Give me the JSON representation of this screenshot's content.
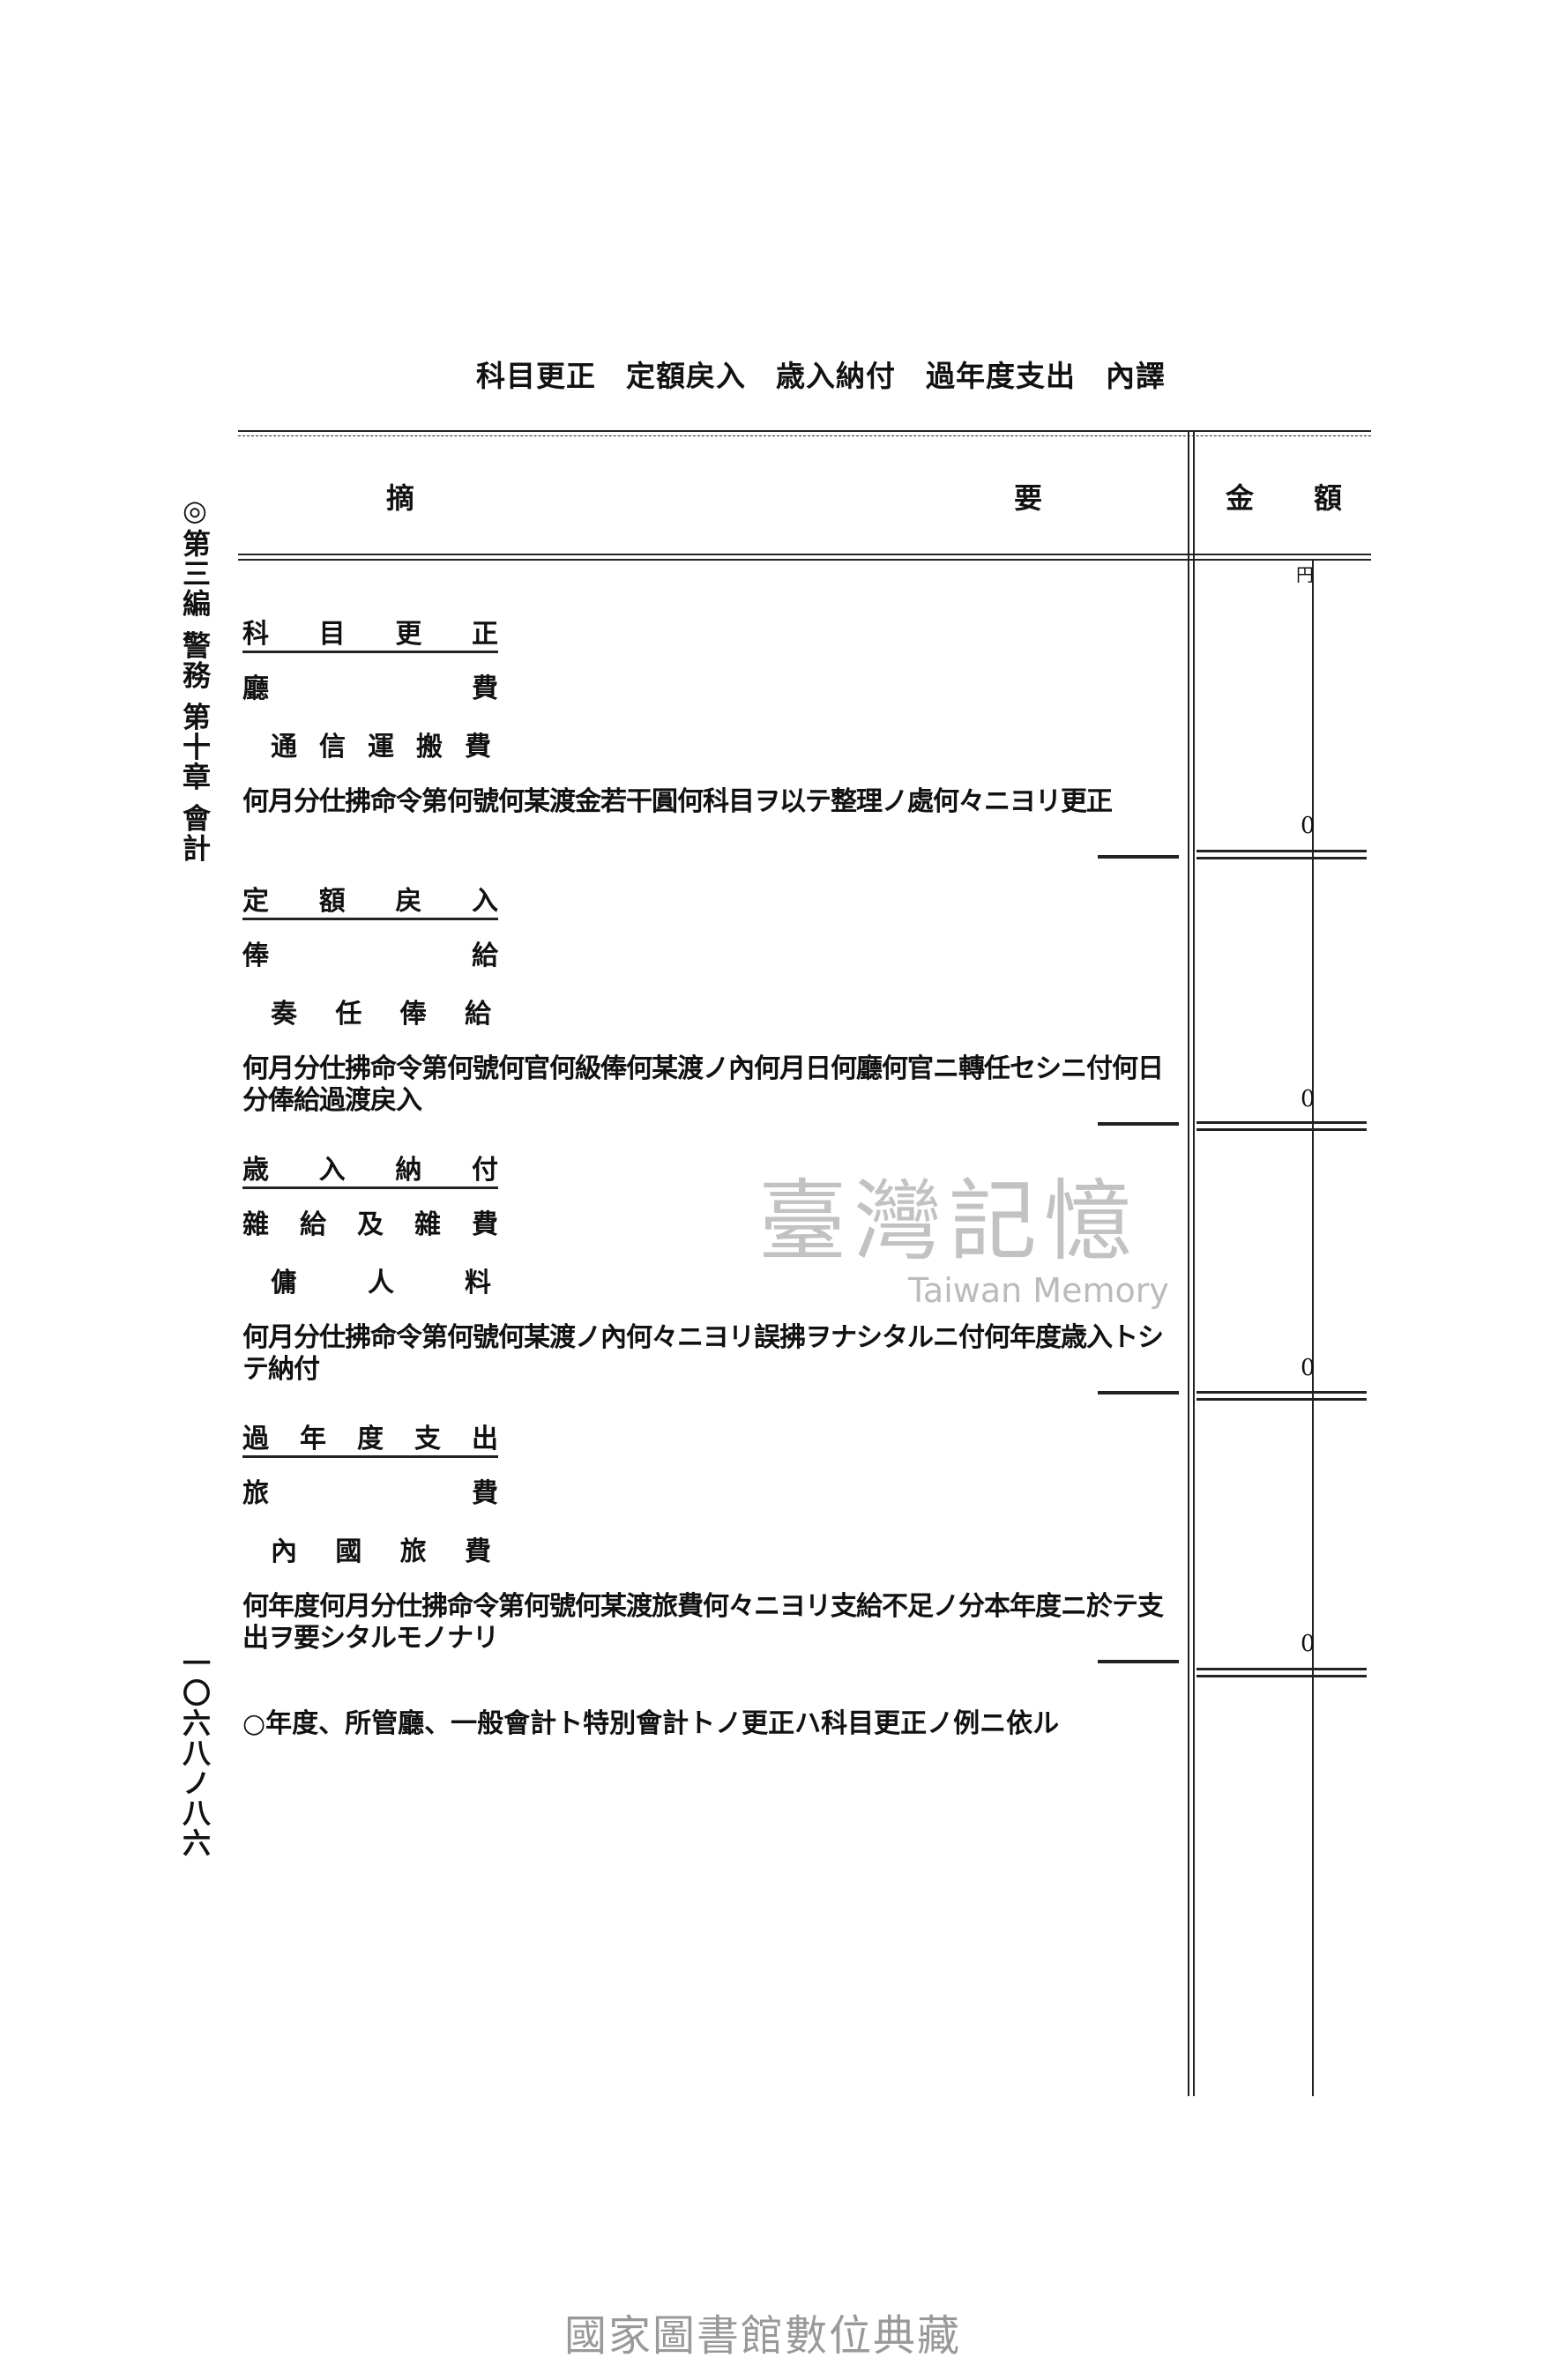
{
  "title": "科目更正　定額戻入　歳入納付　過年度支出　內譯",
  "margin_heading": "◎第三編 警務 第十章 會計",
  "page_number": "一〇六八ノ八六",
  "table_header": {
    "col1_left": "摘",
    "col1_right": "要",
    "col2_left": "金",
    "col2_right": "額"
  },
  "unit": "円",
  "sections": [
    {
      "heading": [
        "科",
        "目",
        "更",
        "正"
      ],
      "item": [
        "廳",
        "費"
      ],
      "subitem": [
        "通",
        "信",
        "運",
        "搬",
        "費"
      ],
      "description": "何月分仕拂命令第何號何某渡金若干圓何科目ヲ以テ整理ノ處何々ニヨリ更正",
      "amount": "0"
    },
    {
      "heading": [
        "定",
        "額",
        "戻",
        "入"
      ],
      "item": [
        "俸",
        "給"
      ],
      "subitem": [
        "奏",
        "任",
        "俸",
        "給"
      ],
      "description": "何月分仕拂命令第何號何官何級俸何某渡ノ內何月日何廳何官ニ轉任セシニ付何日分俸給過渡戻入",
      "amount": "0"
    },
    {
      "heading": [
        "歳",
        "入",
        "納",
        "付"
      ],
      "item": [
        "雜",
        "給",
        "及",
        "雜",
        "費"
      ],
      "subitem": [
        "傭",
        "人",
        "料"
      ],
      "description": "何月分仕拂命令第何號何某渡ノ內何々ニヨリ誤拂ヲナシタルニ付何年度歳入トシテ納付",
      "amount": "0"
    },
    {
      "heading": [
        "過",
        "年",
        "度",
        "支",
        "出"
      ],
      "item": [
        "旅",
        "費"
      ],
      "subitem": [
        "內",
        "國",
        "旅",
        "費"
      ],
      "description": "何年度何月分仕拂命令第何號何某渡旅費何々ニヨリ支給不足ノ分本年度ニ於テ支出ヲ要シタルモノナリ",
      "amount": "0"
    }
  ],
  "note": "○年度、所管廳、一般會計ト特別會計トノ更正ハ科目更正ノ例ニ依ル",
  "watermark": "臺灣記憶",
  "watermark_en": "Taiwan Memory",
  "footer": "國家圖書館數位典藏"
}
